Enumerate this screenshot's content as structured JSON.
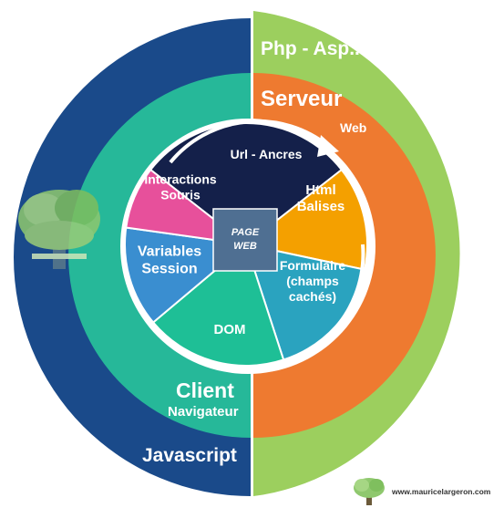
{
  "outer_ring": {
    "left_label": "Javascript",
    "right_label": "Php - Asp..."
  },
  "middle_ring": {
    "left_title": "Client",
    "left_subtitle": "Navigateur",
    "right_title": "Serveur",
    "right_subtitle": "Web"
  },
  "center": {
    "line1": "PAGE",
    "line2": "WEB"
  },
  "segments": [
    {
      "id": "url",
      "lines": [
        "Url - Ancres"
      ],
      "color": "#14204a"
    },
    {
      "id": "html",
      "lines": [
        "Html",
        "Balises"
      ],
      "color": "#f4a000"
    },
    {
      "id": "formulaire",
      "lines": [
        "Formulaire",
        "(champs",
        "cachés)"
      ],
      "color": "#2aa3bf"
    },
    {
      "id": "dom",
      "lines": [
        "DOM"
      ],
      "color": "#1ebf96"
    },
    {
      "id": "variables",
      "lines": [
        "Variables",
        "Session"
      ],
      "color": "#3a8ed0"
    },
    {
      "id": "interactions",
      "lines": [
        "Interactions",
        "Souris"
      ],
      "color": "#e7509b"
    }
  ],
  "colors": {
    "outer_left": "#1a4a8a",
    "outer_right": "#9ccf5e",
    "middle_left": "#26b899",
    "middle_right": "#ee7a30",
    "center_box": "#4f6f92",
    "arrow": "#ffffff"
  },
  "watermark": {
    "url": "www.mauricelargeron.com"
  }
}
